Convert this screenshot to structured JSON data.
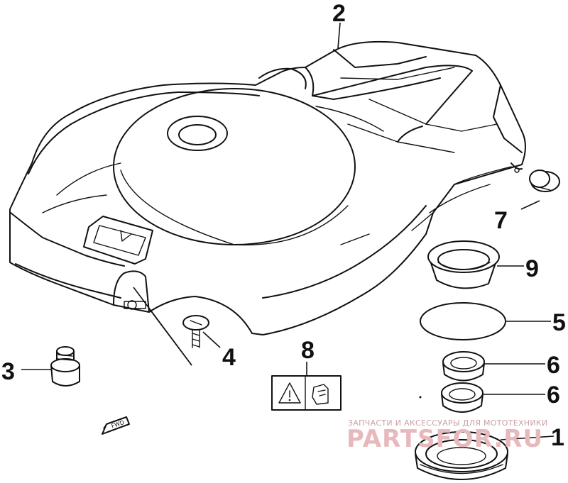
{
  "callouts": [
    "1",
    "2",
    "3",
    "4",
    "5",
    "6",
    "6",
    "7",
    "8",
    "9"
  ],
  "watermark": {
    "line1": "ЗАПЧАСТИ И АКСЕССУАРЫ ДЛЯ МОТОТЕХНИКИ",
    "line2": "PARTSFOR.RU"
  },
  "direction_label": "FWD",
  "colors": {
    "ink": "#111111",
    "watermark": "#e8b9bc"
  }
}
